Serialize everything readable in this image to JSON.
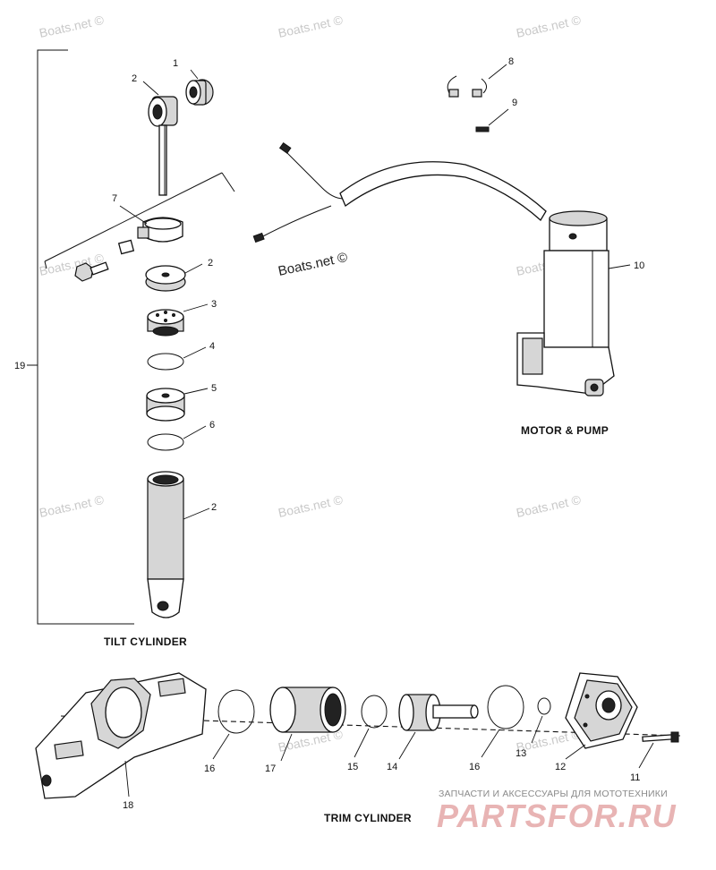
{
  "labels": {
    "tilt_cylinder": "TILT CYLINDER",
    "motor_pump": "MOTOR & PUMP",
    "trim_cylinder": "TRIM CYLINDER"
  },
  "callouts": {
    "c1": "1",
    "c2a": "2",
    "c7": "7",
    "c2b": "2",
    "c3": "3",
    "c4": "4",
    "c5": "5",
    "c6": "6",
    "c2c": "2",
    "c19": "19",
    "c8": "8",
    "c9": "9",
    "c10": "10",
    "c16a": "16",
    "c17": "17",
    "c15": "15",
    "c14": "14",
    "c16b": "16",
    "c13": "13",
    "c12": "12",
    "c11": "11",
    "c18": "18"
  },
  "watermarks": {
    "site": "Boats.net ©"
  },
  "brand": {
    "tagline": "ЗАПЧАСТИ И АКСЕССУАРЫ ДЛЯ МОТОТЕХНИКИ",
    "logo": "PARTSFOR.RU"
  }
}
